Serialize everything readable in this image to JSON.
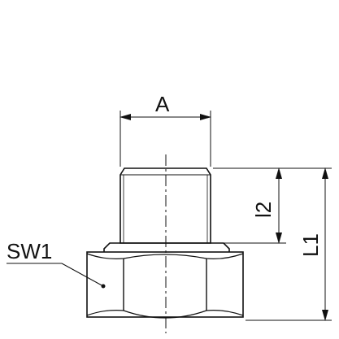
{
  "drawing": {
    "labels": {
      "width": "A",
      "thread_length": "l2",
      "total_length": "L1",
      "wrench_size": "SW1"
    },
    "colors": {
      "line": "#111111",
      "background": "#ffffff"
    }
  }
}
